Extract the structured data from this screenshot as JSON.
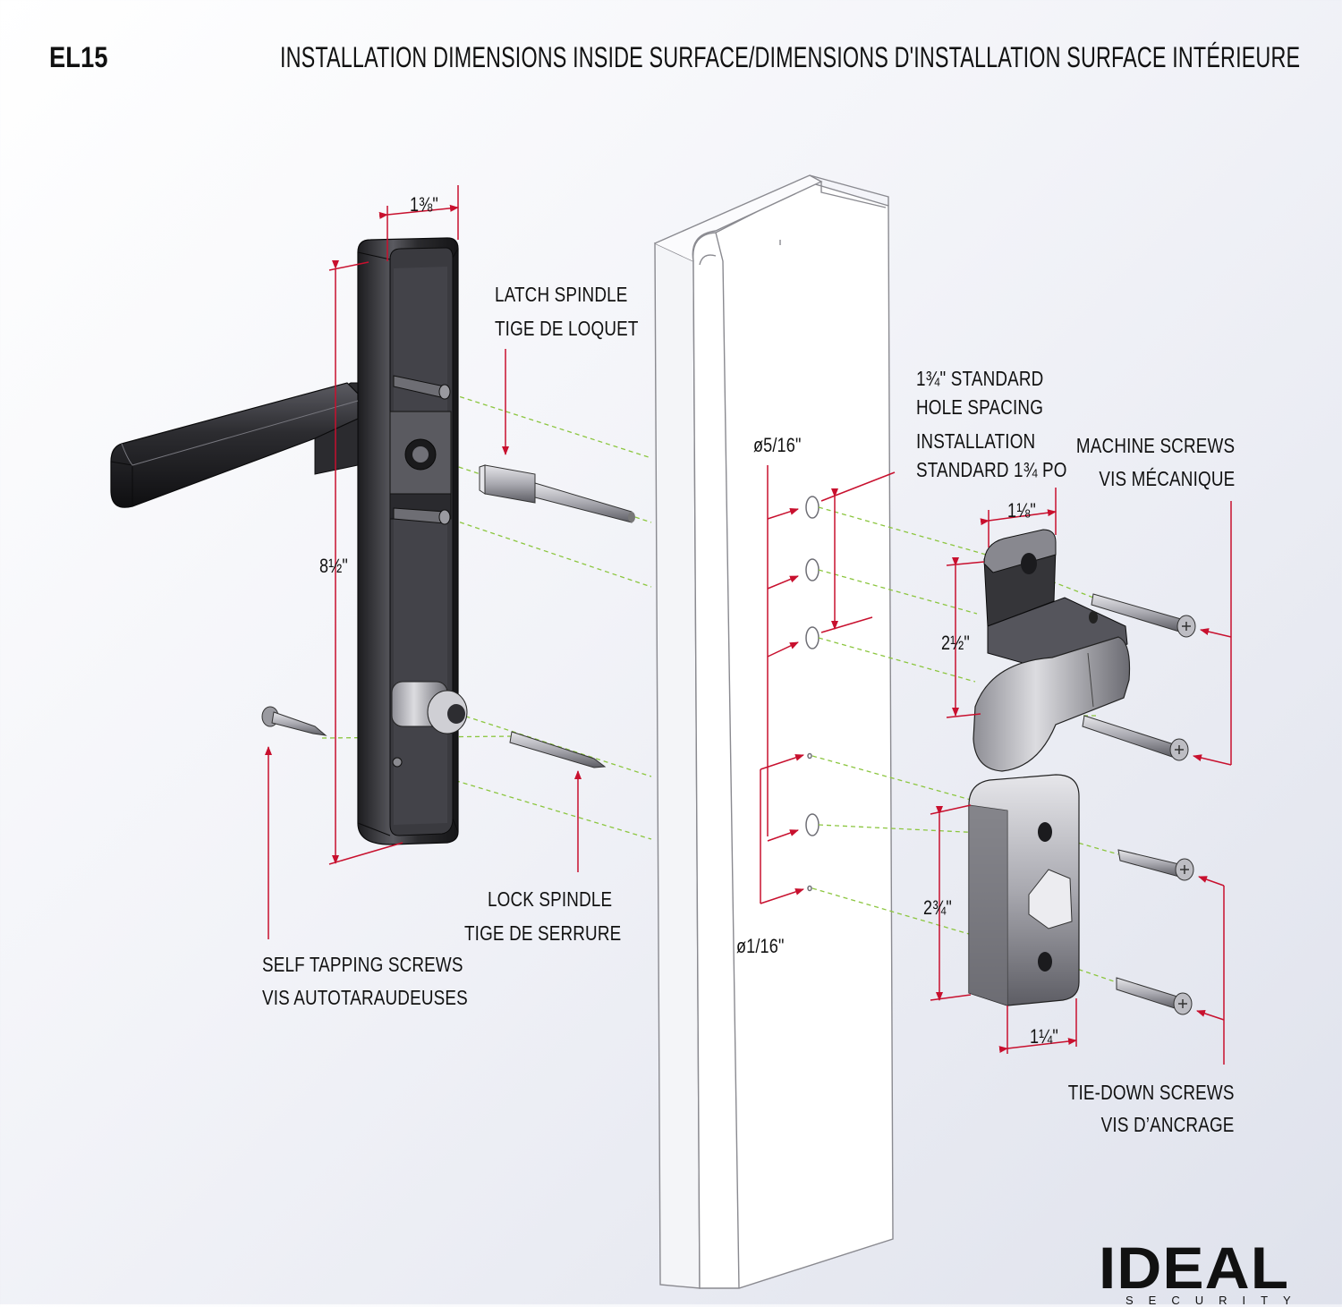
{
  "header": {
    "model": "EL15",
    "title": "INSTALLATION DIMENSIONS INSIDE SURFACE/DIMENSIONS D'INSTALLATION SURFACE INTÉRIEURE"
  },
  "labels": {
    "latch_spindle_en": "LATCH SPINDLE",
    "latch_spindle_fr": "TIGE DE LOQUET",
    "lock_spindle_en": "LOCK SPINDLE",
    "lock_spindle_fr": "TIGE DE SERRURE",
    "self_tapping_en": "SELF TAPPING SCREWS",
    "self_tapping_fr": "VIS AUTOTARAUDEUSES",
    "hole_spacing_1": "1¾\" STANDARD",
    "hole_spacing_2": "HOLE SPACING",
    "hole_spacing_3": "INSTALLATION",
    "hole_spacing_4": "STANDARD 1¾ PO",
    "machine_screws_en": "MACHINE SCREWS",
    "machine_screws_fr": "VIS MÉCANIQUE",
    "tie_down_en": "TIE-DOWN SCREWS",
    "tie_down_fr": "VIS D’ANCRAGE"
  },
  "dimensions": {
    "handle_width": "1⅜\"",
    "handle_height": "8½\"",
    "hole_large": "ø5/16\"",
    "hole_small": "ø1/16\"",
    "upper_width": "1⅛\"",
    "upper_height": "2½\"",
    "lower_height": "2¾\"",
    "lower_width": "1¼\""
  },
  "logo": {
    "word": "IDEAL",
    "sub": "SECURITY"
  },
  "colors": {
    "dimension_line": "#c8102e",
    "guide_line": "#8cc63f",
    "metal_dark": "#2b2b2e",
    "metal_light": "#c9c9cf"
  }
}
